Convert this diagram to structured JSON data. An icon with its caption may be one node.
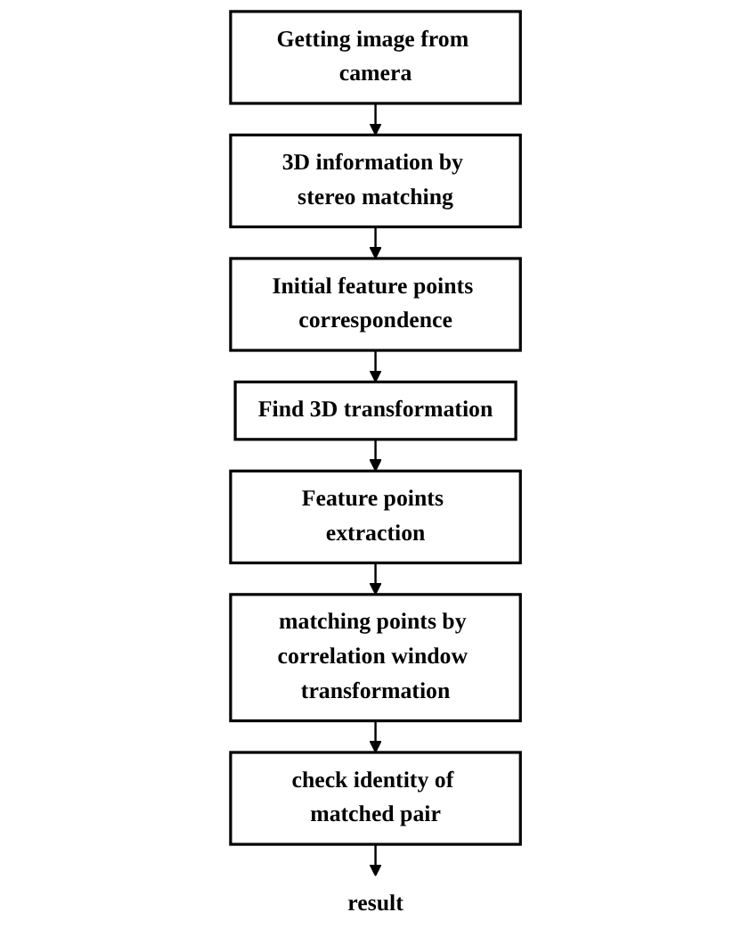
{
  "diagram": {
    "nodes": [
      {
        "text": [
          "Getting image from camera"
        ]
      },
      {
        "text": [
          "3D information by stereo matching"
        ]
      },
      {
        "text": [
          "Initial feature points correspondence"
        ]
      },
      {
        "text": [
          "Find 3D transformation"
        ]
      },
      {
        "text": [
          "Feature points extraction"
        ]
      },
      {
        "text": [
          "matching points by correlation window transformation"
        ]
      },
      {
        "text": [
          "check identity of matched pair"
        ]
      },
      {
        "text": [
          "result"
        ]
      }
    ],
    "edges": [
      {
        "from": 0,
        "to": 1,
        "arrow": "to"
      },
      {
        "from": 1,
        "to": 2,
        "arrow": "to"
      },
      {
        "from": 2,
        "to": 3,
        "arrow": "to"
      },
      {
        "from": 3,
        "to": 4,
        "arrow": "to"
      },
      {
        "from": 4,
        "to": 5,
        "arrow": "to"
      },
      {
        "from": 5,
        "to": 6,
        "arrow": "to"
      },
      {
        "from": 6,
        "to": 7,
        "arrow": "to"
      }
    ]
  }
}
